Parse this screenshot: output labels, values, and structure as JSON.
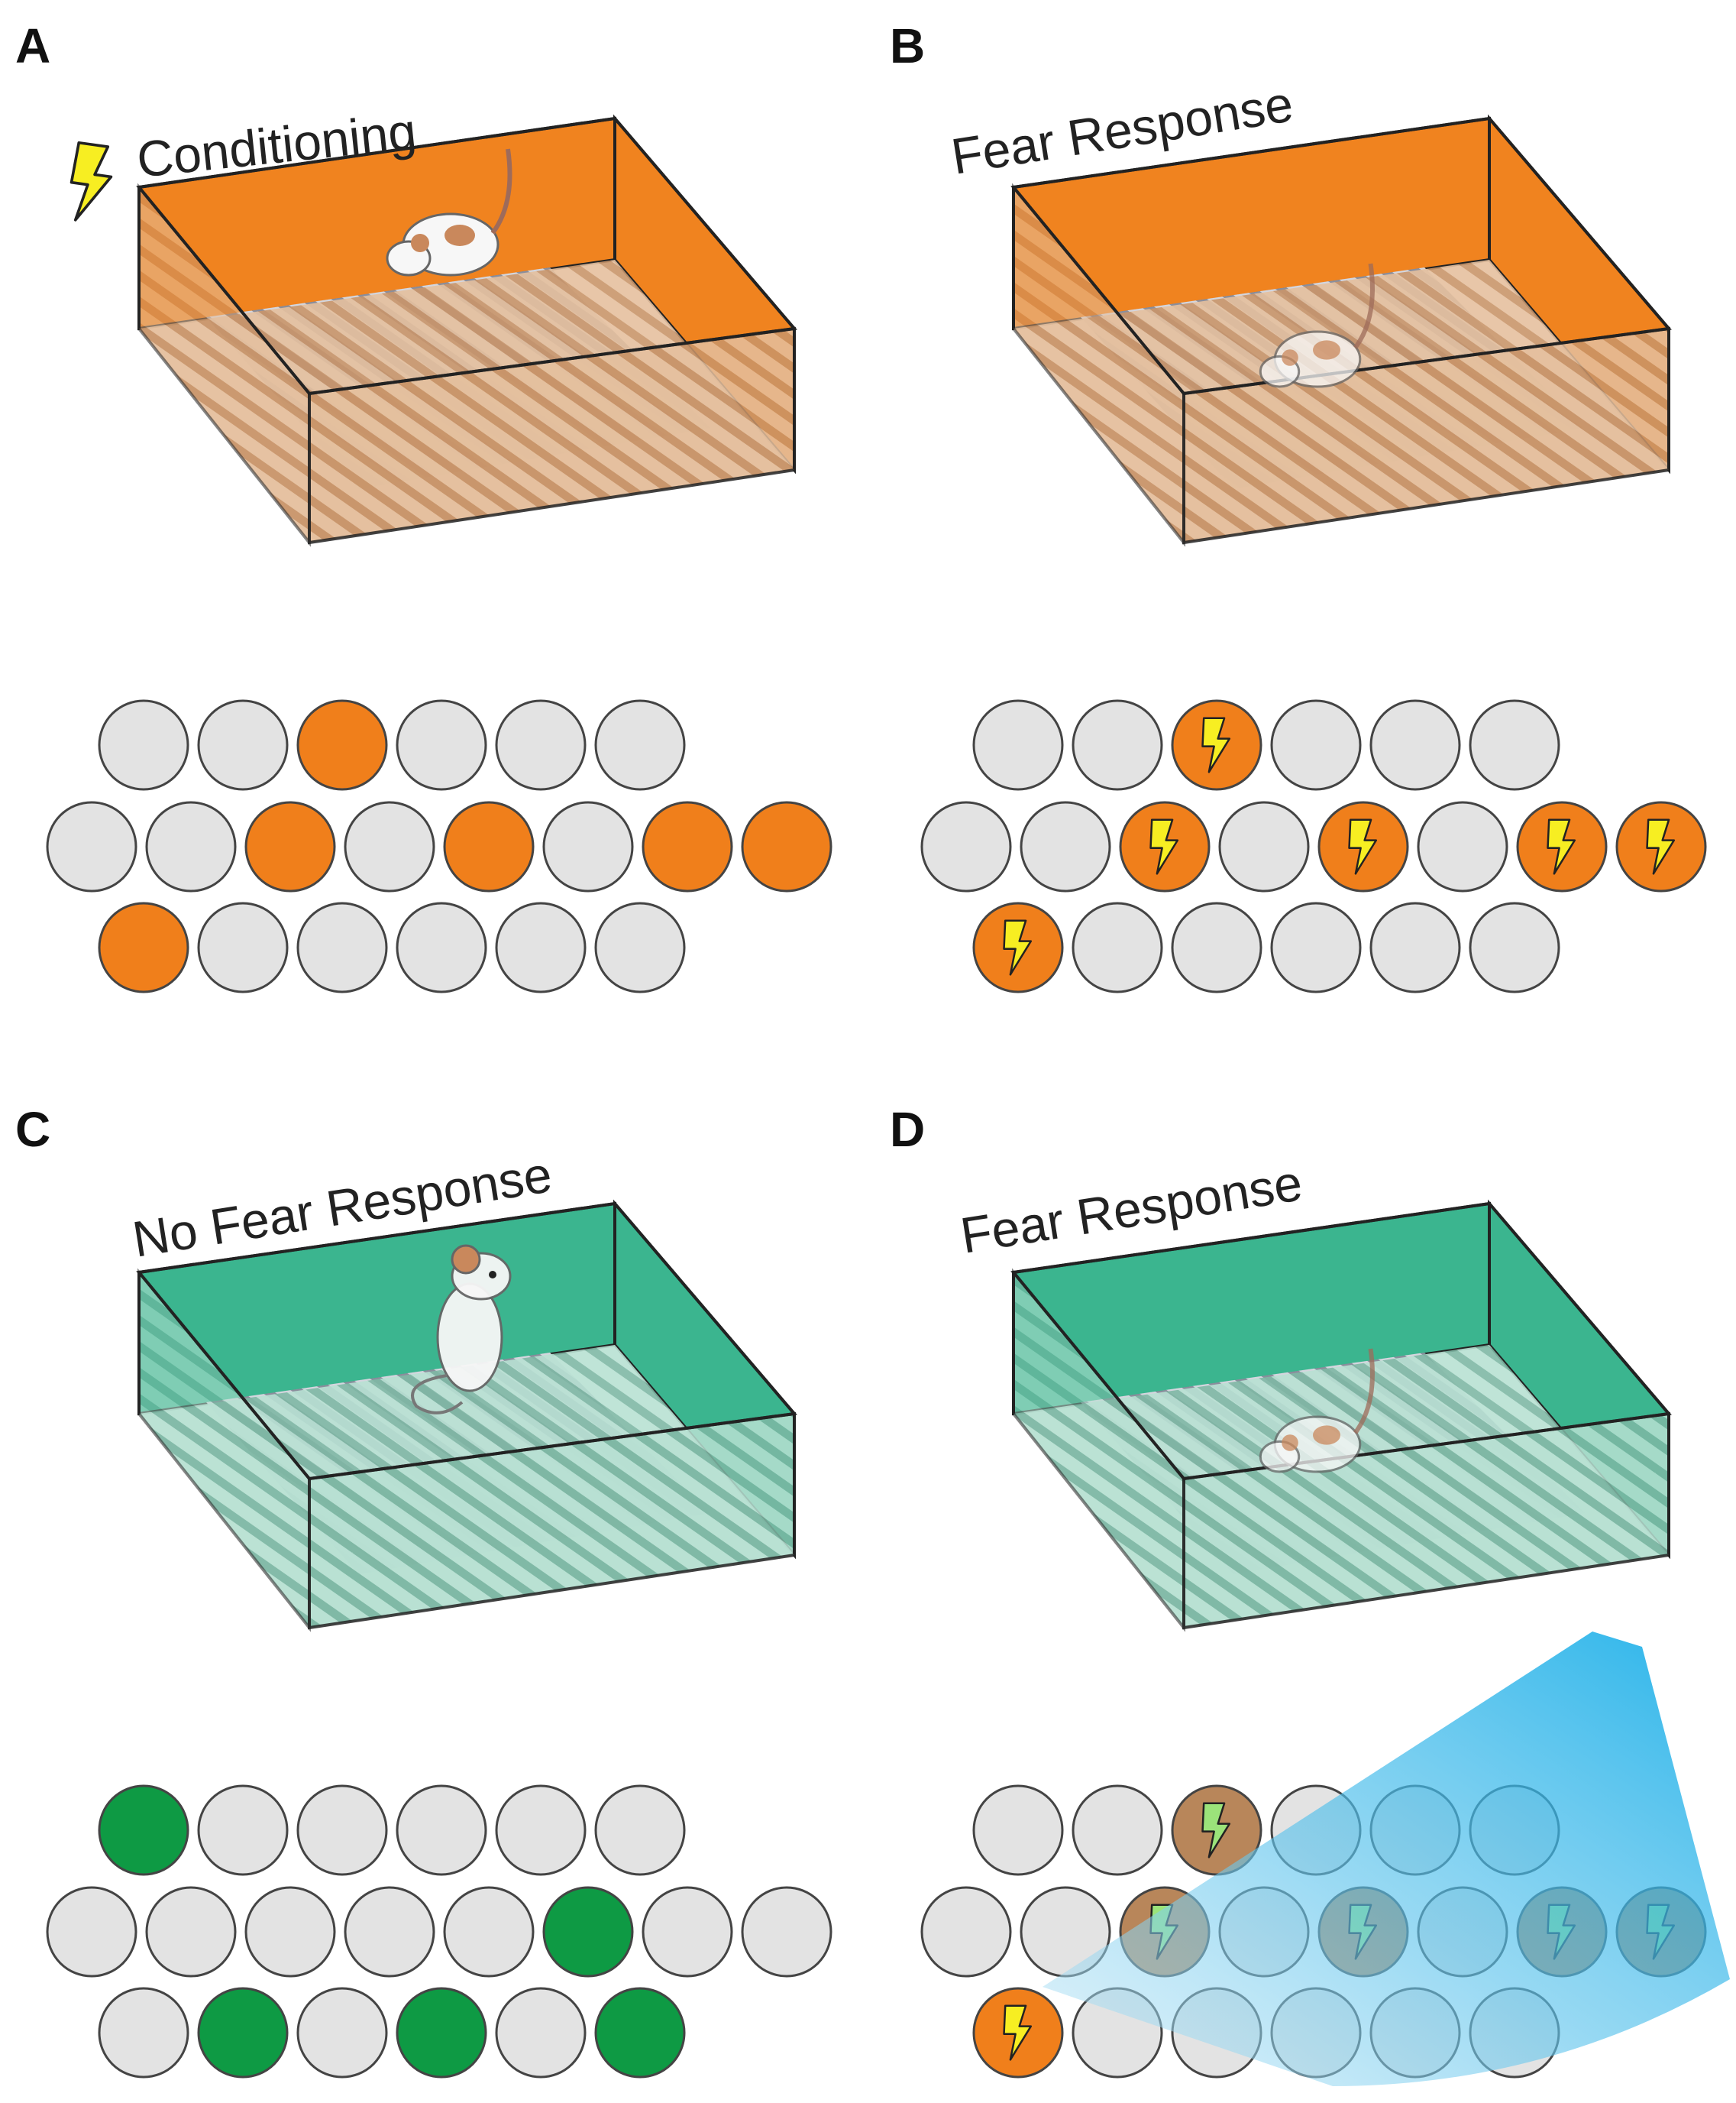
{
  "colors": {
    "orange": "#F0831F",
    "orange_floor": "#E5C09E",
    "green": "#3BB58F",
    "green_floor": "#A9D9C8",
    "cell_grey": "#E3E3E3",
    "cell_orange": "#F07F1B",
    "cell_green": "#0E9A44",
    "bolt_yellow": "#F7EE22",
    "light_blue": "#00A6E6"
  },
  "panels": [
    {
      "id": "A",
      "label": "A",
      "title": "Conditioning",
      "box_color": "orange",
      "shock_icon": true,
      "mouse_pose": "walking-on-top",
      "cells": {
        "row1": [
          "grey",
          "grey",
          "orange",
          "grey",
          "grey",
          "grey"
        ],
        "row2": [
          "grey",
          "grey",
          "orange",
          "grey",
          "orange",
          "grey",
          "orange",
          "orange"
        ],
        "row3": [
          "orange",
          "grey",
          "grey",
          "grey",
          "grey",
          "grey"
        ]
      }
    },
    {
      "id": "B",
      "label": "B",
      "title": "Fear Response",
      "box_color": "orange",
      "shock_icon": false,
      "mouse_pose": "crouching",
      "cells": {
        "row1": [
          "grey",
          "grey",
          "orange-bolt",
          "grey",
          "grey",
          "grey"
        ],
        "row2": [
          "grey",
          "grey",
          "orange-bolt",
          "grey",
          "orange-bolt",
          "grey",
          "orange-bolt",
          "orange-bolt"
        ],
        "row3": [
          "orange-bolt",
          "grey",
          "grey",
          "grey",
          "grey",
          "grey"
        ]
      }
    },
    {
      "id": "C",
      "label": "C",
      "title": "No Fear Response",
      "box_color": "green",
      "shock_icon": false,
      "mouse_pose": "standing",
      "cells": {
        "row1": [
          "green",
          "grey",
          "grey",
          "grey",
          "grey",
          "grey"
        ],
        "row2": [
          "grey",
          "grey",
          "grey",
          "grey",
          "grey",
          "green",
          "grey",
          "grey"
        ],
        "row3": [
          "grey",
          "green",
          "grey",
          "green",
          "grey",
          "green"
        ]
      }
    },
    {
      "id": "D",
      "label": "D",
      "title": "Fear Response",
      "box_color": "green",
      "shock_icon": false,
      "mouse_pose": "crouching",
      "light_cone": true,
      "cells": {
        "row1": [
          "grey",
          "grey",
          "lit-bolt",
          "grey",
          "grey",
          "grey"
        ],
        "row2": [
          "grey",
          "grey",
          "lit-bolt",
          "grey",
          "lit-bolt",
          "grey",
          "lit-bolt",
          "lit-bolt"
        ],
        "row3": [
          "orange-bolt",
          "grey",
          "grey",
          "grey",
          "grey",
          "grey"
        ]
      }
    }
  ]
}
